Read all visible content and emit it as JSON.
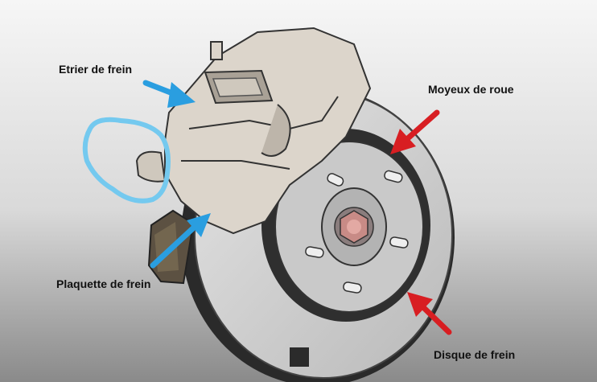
{
  "labels": {
    "caliper": "Etrier de frein",
    "hub": "Moyeux de roue",
    "pad": "Plaquette de frein",
    "disc": "Disque de frein"
  },
  "colors": {
    "background_light": "#f4f4f4",
    "background_dark": "#8a8a8a",
    "disc": "#cfcfcf",
    "caliper": "#dcd5cb",
    "pad": "#5c5142",
    "arrow_blue": "#2a9ee0",
    "arrow_red": "#d81e22",
    "highlight_scribble": "#74c9ef"
  },
  "icons": {
    "caliper_arrow": "blue-arrow",
    "pad_arrow": "blue-arrow",
    "hub_arrow": "red-arrow",
    "disc_arrow": "red-arrow"
  }
}
